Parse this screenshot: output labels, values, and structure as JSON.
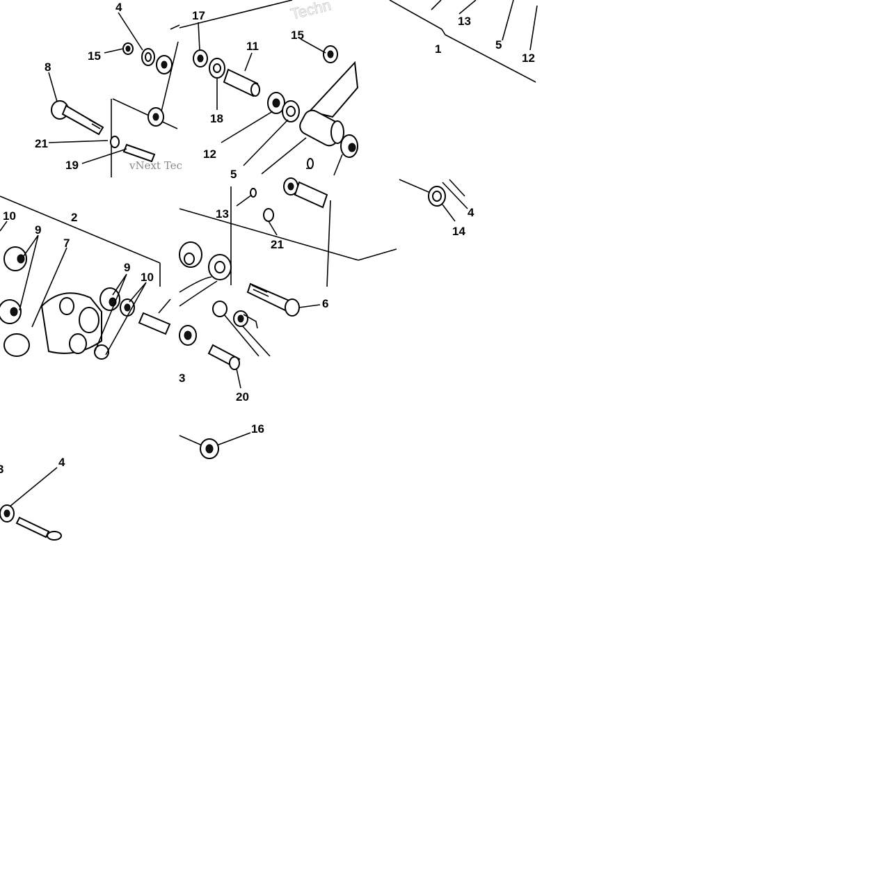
{
  "diagram": {
    "callouts": [
      "1",
      "2",
      "3",
      "4",
      "5",
      "6",
      "7",
      "8",
      "9",
      "10",
      "11",
      "12",
      "13",
      "14",
      "15",
      "16",
      "17",
      "18",
      "19",
      "20",
      "21"
    ],
    "watermark_text": "vNext Tec",
    "watermark_text_2": "Techn"
  }
}
